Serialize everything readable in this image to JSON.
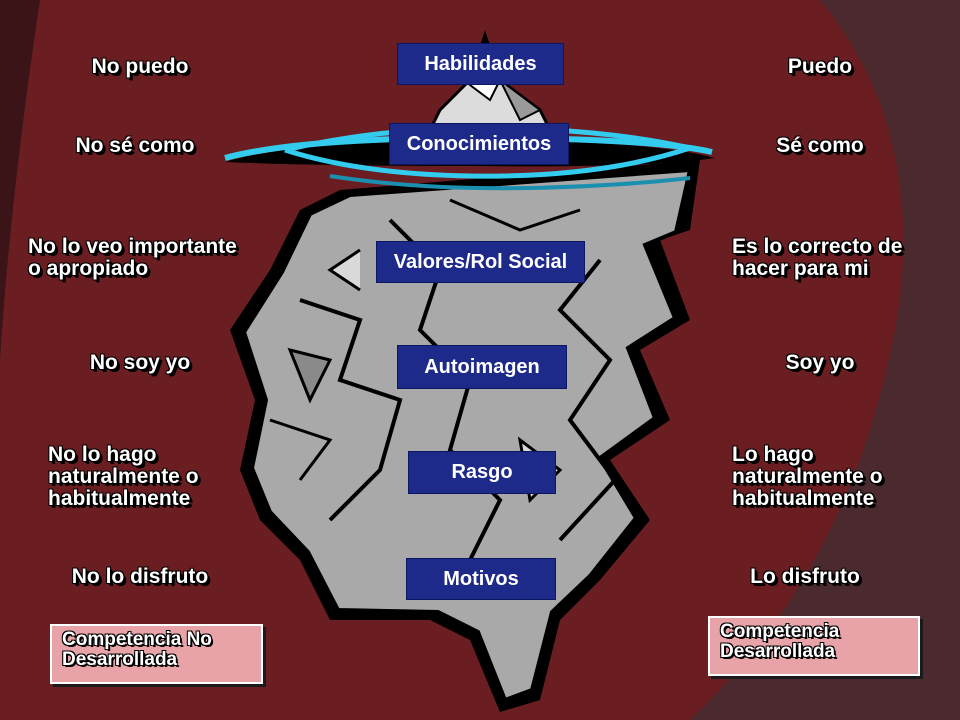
{
  "left_labels": [
    "No puedo",
    "No sé como",
    "No lo veo importante\no apropiado",
    "No soy yo",
    "No lo hago\nnaturalmente o\nhabitualmente",
    "No lo disfruto"
  ],
  "right_labels": [
    "Puedo",
    "Sé como",
    "Es lo correcto de\nhacer para mi",
    "Soy yo",
    "Lo hago\nnaturalmente o\nhabitualmente",
    "Lo disfruto"
  ],
  "levels": [
    "Habilidades",
    "Conocimientos",
    "Valores/Rol Social",
    "Autoimagen",
    "Rasgo",
    "Motivos"
  ],
  "legend": {
    "left": "Competencia No\nDesarrollada",
    "right": "Competencia\nDesarrollada"
  },
  "colors": {
    "background": "#6b1e22",
    "box": "#1e2a8a",
    "legend_box": "#e7a3a8",
    "water_ring": "#33ccee"
  }
}
